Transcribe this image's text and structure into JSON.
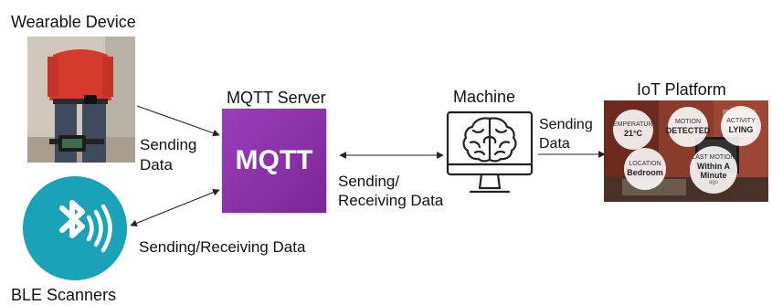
{
  "nodes": {
    "wearable": {
      "title": "Wearable Device"
    },
    "mqtt": {
      "title": "MQTT Server",
      "logo_text": "MQTT",
      "color": "#8a2fa8"
    },
    "machine": {
      "title": "Machine"
    },
    "iot": {
      "title": "IoT Platform",
      "badges": [
        {
          "label": "TEMPERATURE",
          "value": "21°C"
        },
        {
          "label": "MOTION",
          "value": "DETECTED"
        },
        {
          "label": "ACTIVITY",
          "value": "LYING"
        },
        {
          "label": "LOCATION",
          "value": "Bedroom"
        },
        {
          "label": "LAST MOTION",
          "value": "Within A Minute",
          "sub": "ago"
        }
      ]
    },
    "ble": {
      "title": "BLE Scanners",
      "color": "#1aa3b8"
    }
  },
  "edges": {
    "wearable_to_mqtt": [
      "Sending",
      "Data"
    ],
    "mqtt_machine": [
      "Sending/",
      "Receiving Data"
    ],
    "ble_mqtt": "Sending/Receiving Data",
    "machine_to_iot": [
      "Sending",
      "Data"
    ]
  }
}
